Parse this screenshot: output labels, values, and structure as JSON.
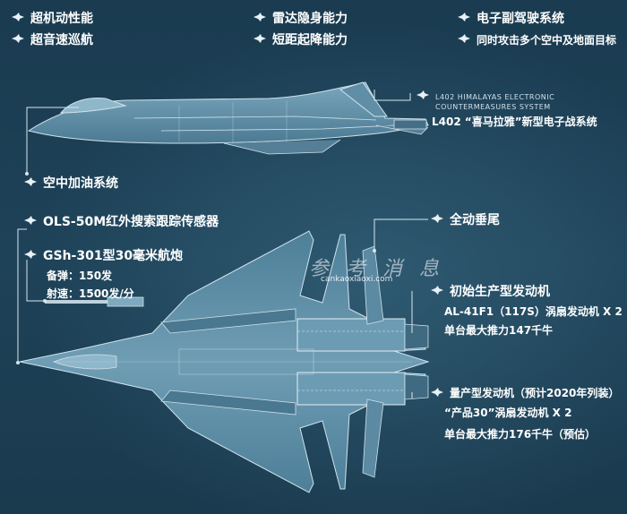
{
  "features": {
    "supermaneuver": "超机动性能",
    "supercruise": "超音速巡航",
    "stealth": "雷达隐身能力",
    "stol": "短距起降能力",
    "copilot": "电子副驾驶系统",
    "multitarget": "同时攻击多个空中及地面目标"
  },
  "ew": {
    "en_line1": "L402 HIMALAYAS ELECTRONIC",
    "en_line2": "COUNTERMEASURES SYSTEM",
    "zh": "L402 “喜马拉雅”新型电子战系统"
  },
  "refuel": "空中加油系统",
  "ols": "OLS-50M红外搜索跟踪传感器",
  "gun": {
    "title": "GSh-301型30毫米航炮",
    "ammo": "备弹：150发",
    "rate": "射速：1500发/分"
  },
  "tail": "全动垂尾",
  "engine_initial": {
    "title": "初始生产型发动机",
    "model": "AL-41F1（117S）涡扇发动机 X 2",
    "thrust": "单台最大推力147千牛"
  },
  "engine_production": {
    "title": "量产型发动机（预计2020年列装）",
    "model": "“产品30”涡扇发动机 X 2",
    "thrust": "单台最大推力176千牛（预估）"
  },
  "watermark": {
    "zh": "参 考 消 息",
    "url": "cankaoxiaoxi.com"
  },
  "colors": {
    "background": "#1c3f55",
    "aircraft_fill": "#5f8ea6",
    "aircraft_line": "#cfe2ec",
    "leader_line": "#d8e6ee"
  }
}
